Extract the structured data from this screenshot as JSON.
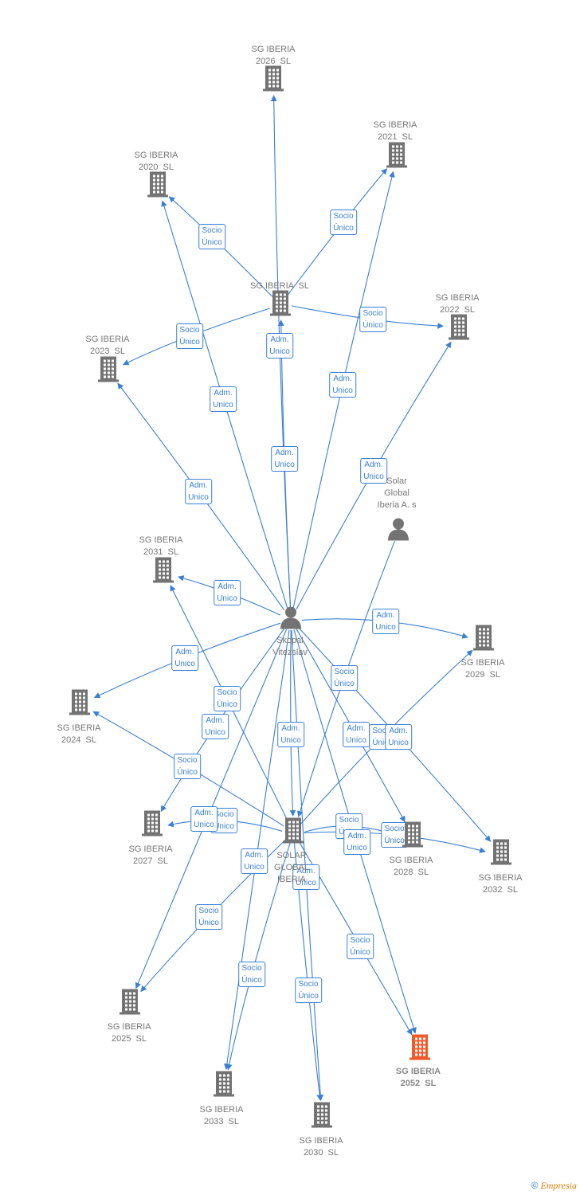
{
  "colors": {
    "edge": "#3a7fd5",
    "building": "#737373",
    "highlight": "#f05a28",
    "person": "#737373"
  },
  "nodes": [
    {
      "id": "n2026",
      "label": "SG IBERIA\n2026  SL",
      "type": "company"
    },
    {
      "id": "n2021",
      "label": "SG IBERIA\n2021  SL",
      "type": "company"
    },
    {
      "id": "n2020",
      "label": "SG IBERIA\n2020  SL",
      "type": "company"
    },
    {
      "id": "nsgsl",
      "label": "SG IBERIA  SL",
      "type": "company"
    },
    {
      "id": "n2022",
      "label": "SG IBERIA\n2022  SL",
      "type": "company"
    },
    {
      "id": "n2023",
      "label": "SG IBERIA\n2023  SL",
      "type": "company"
    },
    {
      "id": "nsolarglobal",
      "label": "Solar\nGlobal\nIberia A. s",
      "type": "person"
    },
    {
      "id": "n2031",
      "label": "SG IBERIA\n2031  SL",
      "type": "company"
    },
    {
      "id": "nskopal",
      "label": "Skopal\nVitezslav",
      "type": "person"
    },
    {
      "id": "n2029",
      "label": "SG IBERIA\n2029  SL",
      "type": "company"
    },
    {
      "id": "n2024",
      "label": "SG IBERIA\n2024  SL",
      "type": "company"
    },
    {
      "id": "nsolarglobalib",
      "label": "SOLAR\nGLOBAL\nIBERIA",
      "type": "company"
    },
    {
      "id": "n2027",
      "label": "SG IBERIA\n2027  SL",
      "type": "company"
    },
    {
      "id": "n2028",
      "label": "SG IBERIA\n2028  SL",
      "type": "company"
    },
    {
      "id": "n2032",
      "label": "SG IBERIA\n2032  SL",
      "type": "company"
    },
    {
      "id": "n2025",
      "label": "SG IBERIA\n2025  SL",
      "type": "company"
    },
    {
      "id": "n2052",
      "label": "SG IBERIA\n2052  SL",
      "type": "company",
      "highlight": true
    },
    {
      "id": "n2033",
      "label": "SG IBERIA\n2033  SL",
      "type": "company"
    },
    {
      "id": "n2030",
      "label": "SG IBERIA\n2030  SL",
      "type": "company"
    }
  ],
  "edges": [
    {
      "from": "nskopal",
      "to": "n2026",
      "label": "Adm.\nUnico"
    },
    {
      "from": "nsgsl",
      "to": "n2021",
      "label": "Socio\nÚnico"
    },
    {
      "from": "nsgsl",
      "to": "n2020",
      "label": "Socio\nÚnico"
    },
    {
      "from": "nsgsl",
      "to": "n2022",
      "label": "Socio\nÚnico"
    },
    {
      "from": "nsgsl",
      "to": "n2023",
      "label": "Socio\nÚnico"
    },
    {
      "from": "nskopal",
      "to": "nsgsl",
      "label": "Adm.\nUnico"
    },
    {
      "from": "nskopal",
      "to": "n2020",
      "label": "Adm.\nUnico"
    },
    {
      "from": "nskopal",
      "to": "n2021",
      "label": "Adm.\nUnico"
    },
    {
      "from": "nskopal",
      "to": "n2022",
      "label": "Adm.\nUnico"
    },
    {
      "from": "nskopal",
      "to": "n2023",
      "label": "Adm.\nUnico"
    },
    {
      "from": "nskopal",
      "to": "n2031",
      "label": "Adm.\nUnico"
    },
    {
      "from": "nskopal",
      "to": "n2029",
      "label": "Adm.\nUnico"
    },
    {
      "from": "nskopal",
      "to": "n2024",
      "label": "Adm.\nUnico"
    },
    {
      "from": "nsolarglobal",
      "to": "nsolarglobalib",
      "label": "Socio\nÚnico"
    },
    {
      "from": "nsolarglobalib",
      "to": "n2031",
      "label": "Socio\nÚnico"
    },
    {
      "from": "nskopal",
      "to": "nsolarglobalib",
      "label": "Adm.\nUnico"
    },
    {
      "from": "nskopal",
      "to": "n2027",
      "label": "Adm.\nUnico"
    },
    {
      "from": "nsolarglobalib",
      "to": "n2024",
      "label": "Socio\nÚnico"
    },
    {
      "from": "nskopal",
      "to": "n2028",
      "label": "Adm.\nUnico"
    },
    {
      "from": "nsolarglobalib",
      "to": "n2029",
      "label": "Socio\nÚnico"
    },
    {
      "from": "nskopal",
      "to": "n2032",
      "label": "Adm.\nUnico"
    },
    {
      "from": "nsolarglobalib",
      "to": "n2027",
      "label": "Socio\nÚnico"
    },
    {
      "from": "nsolarglobalib",
      "to": "n2028",
      "label": "Socio\nÚnico"
    },
    {
      "from": "nsolarglobalib",
      "to": "n2032",
      "label": "Socio\nÚnico"
    },
    {
      "from": "nskopal",
      "to": "n2052",
      "label": "Adm.\nUnico"
    },
    {
      "from": "nskopal",
      "to": "n2025",
      "label": "Adm.\nUnico"
    },
    {
      "from": "nskopal",
      "to": "n2030",
      "label": "Adm.\nUnico"
    },
    {
      "from": "nsolarglobalib",
      "to": "n2025",
      "label": "Socio\nÚnico"
    },
    {
      "from": "nsolarglobalib",
      "to": "n2052",
      "label": "Socio\nÚnico"
    },
    {
      "from": "nsolarglobalib",
      "to": "n2033",
      "label": "Socio\nÚnico"
    },
    {
      "from": "nsolarglobalib",
      "to": "n2030",
      "label": "Socio\nÚnico"
    },
    {
      "from": "nskopal",
      "to": "n2033",
      "label": "Adm.\nUnico"
    }
  ],
  "brand": {
    "symbol": "©",
    "name": "Empresia"
  }
}
